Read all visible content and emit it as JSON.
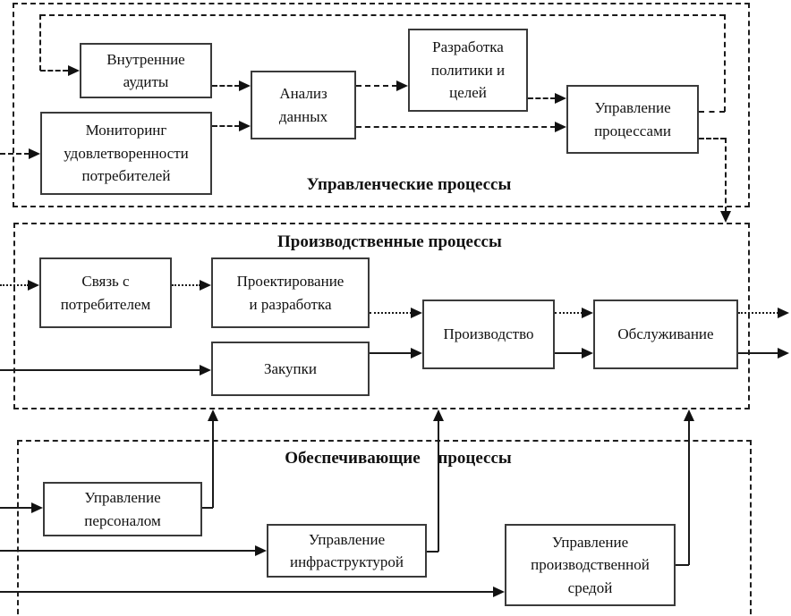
{
  "sections": {
    "management": {
      "title": "Управленческие процессы"
    },
    "production": {
      "title": "Производственные процессы"
    },
    "support": {
      "title": "Обеспечивающие процессы"
    }
  },
  "nodes": {
    "internal_audits": {
      "label": "Внутренние\nаудиты"
    },
    "monitoring": {
      "label": "Мониторинг\nудовлетворенности\nпотребителей"
    },
    "data_analysis": {
      "label": "Анализ\nданных"
    },
    "policy": {
      "label": "Разработка\nполитики и\nцелей"
    },
    "process_mgmt": {
      "label": "Управление\nпроцессами"
    },
    "customer_link": {
      "label": "Связь с\nпотребителем"
    },
    "design": {
      "label": "Проектирование\nи разработка"
    },
    "purchasing": {
      "label": "Закупки"
    },
    "production": {
      "label": "Производство"
    },
    "service": {
      "label": "Обслуживание"
    },
    "personnel": {
      "label": "Управление\nперсоналом"
    },
    "infrastructure": {
      "label": "Управление\nинфраструктурой"
    },
    "environment": {
      "label": "Управление\nпроизводственной\nсредой"
    }
  },
  "edges": [
    {
      "from": "external-left",
      "to": "monitoring",
      "style": "dashed"
    },
    {
      "from": "feedback-loop (process_mgmt)",
      "to": "internal_audits",
      "style": "dashed"
    },
    {
      "from": "internal_audits",
      "to": "data_analysis",
      "style": "dashed"
    },
    {
      "from": "monitoring",
      "to": "data_analysis",
      "style": "dashed"
    },
    {
      "from": "data_analysis",
      "to": "policy",
      "style": "dashed"
    },
    {
      "from": "policy",
      "to": "process_mgmt",
      "style": "dashed"
    },
    {
      "from": "data_analysis",
      "to": "process_mgmt",
      "style": "dashed"
    },
    {
      "from": "process_mgmt",
      "to": "production-section",
      "style": "dashed"
    },
    {
      "from": "external-left",
      "to": "customer_link",
      "style": "dotted"
    },
    {
      "from": "customer_link",
      "to": "design",
      "style": "dotted"
    },
    {
      "from": "external-left",
      "to": "purchasing",
      "style": "solid"
    },
    {
      "from": "design",
      "to": "production",
      "style": "dotted"
    },
    {
      "from": "purchasing",
      "to": "production",
      "style": "solid"
    },
    {
      "from": "production",
      "to": "service",
      "style": "dotted"
    },
    {
      "from": "production",
      "to": "service",
      "style": "solid"
    },
    {
      "from": "service",
      "to": "external-right",
      "style": "dotted"
    },
    {
      "from": "service",
      "to": "external-right",
      "style": "solid"
    },
    {
      "from": "external-left",
      "to": "personnel",
      "style": "solid"
    },
    {
      "from": "external-left",
      "to": "infrastructure",
      "style": "solid"
    },
    {
      "from": "external-left",
      "to": "environment",
      "style": "solid"
    },
    {
      "from": "personnel",
      "to": "production-section",
      "style": "solid"
    },
    {
      "from": "infrastructure",
      "to": "production-section",
      "style": "solid"
    },
    {
      "from": "environment",
      "to": "production-section",
      "style": "solid"
    }
  ],
  "colors": {
    "line": "#1a1a1a",
    "box_border": "#3a3a3a",
    "text": "#111111",
    "background": "#ffffff"
  }
}
